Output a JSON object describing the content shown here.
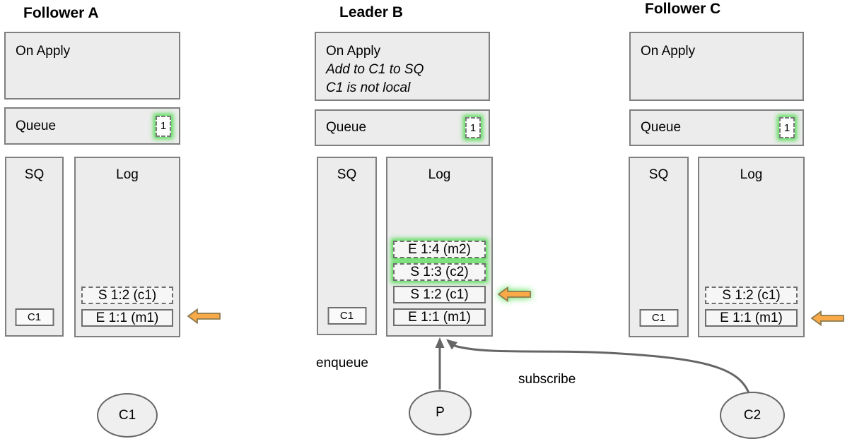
{
  "colors": {
    "glow_green": "#3ddb3d",
    "arrow_orange": "#f9a947",
    "box_fill": "#ececec",
    "box_border": "#7f7f7f",
    "edge_gray": "#666666"
  },
  "nodes": {
    "follower_a": {
      "title": "Follower A",
      "on_apply_title": "On Apply",
      "queue_label": "Queue",
      "queue_badge": "1",
      "sq_label": "SQ",
      "sq_item": "C1",
      "log_label": "Log",
      "log_entries": [
        {
          "label": "S 1:2 (c1)",
          "style": "dashed",
          "glow": false
        },
        {
          "label": "E 1:1 (m1)",
          "style": "solid",
          "glow": false
        }
      ],
      "pointer": {
        "shape": "left-block-arrow",
        "color": "orange",
        "glow": false,
        "points_at": "E 1:1 (m1)"
      }
    },
    "leader_b": {
      "title": "Leader B",
      "on_apply_title": "On Apply",
      "on_apply_note1": "Add to C1 to SQ",
      "on_apply_note2": "C1 is not local",
      "queue_label": "Queue",
      "queue_badge": "1",
      "sq_label": "SQ",
      "sq_item": "C1",
      "log_label": "Log",
      "log_entries": [
        {
          "label": "E 1:4 (m2)",
          "style": "dashed",
          "glow": true
        },
        {
          "label": "S 1:3 (c2)",
          "style": "dashed",
          "glow": true
        },
        {
          "label": "S 1:2 (c1)",
          "style": "solid",
          "glow": false
        },
        {
          "label": "E 1:1 (m1)",
          "style": "solid",
          "glow": false
        }
      ],
      "pointer": {
        "shape": "left-block-arrow",
        "color": "orange",
        "glow": true,
        "points_at": "S 1:2 (c1)"
      }
    },
    "follower_c": {
      "title": "Follower C",
      "on_apply_title": "On Apply",
      "queue_label": "Queue",
      "queue_badge": "1",
      "sq_label": "SQ",
      "sq_item": "C1",
      "log_label": "Log",
      "log_entries": [
        {
          "label": "S 1:2 (c1)",
          "style": "dashed",
          "glow": false
        },
        {
          "label": "E 1:1 (m1)",
          "style": "solid",
          "glow": false
        }
      ],
      "pointer": {
        "shape": "left-block-arrow",
        "color": "orange",
        "glow": false,
        "points_at": "E 1:1 (m1)"
      }
    }
  },
  "actors": {
    "c1": {
      "label": "C1"
    },
    "p": {
      "label": "P"
    },
    "c2": {
      "label": "C2"
    }
  },
  "edges": {
    "enqueue": {
      "label": "enqueue",
      "from": "P",
      "to": "Leader B Log"
    },
    "subscribe": {
      "label": "subscribe",
      "from": "C2",
      "to": "Leader B Log"
    }
  }
}
